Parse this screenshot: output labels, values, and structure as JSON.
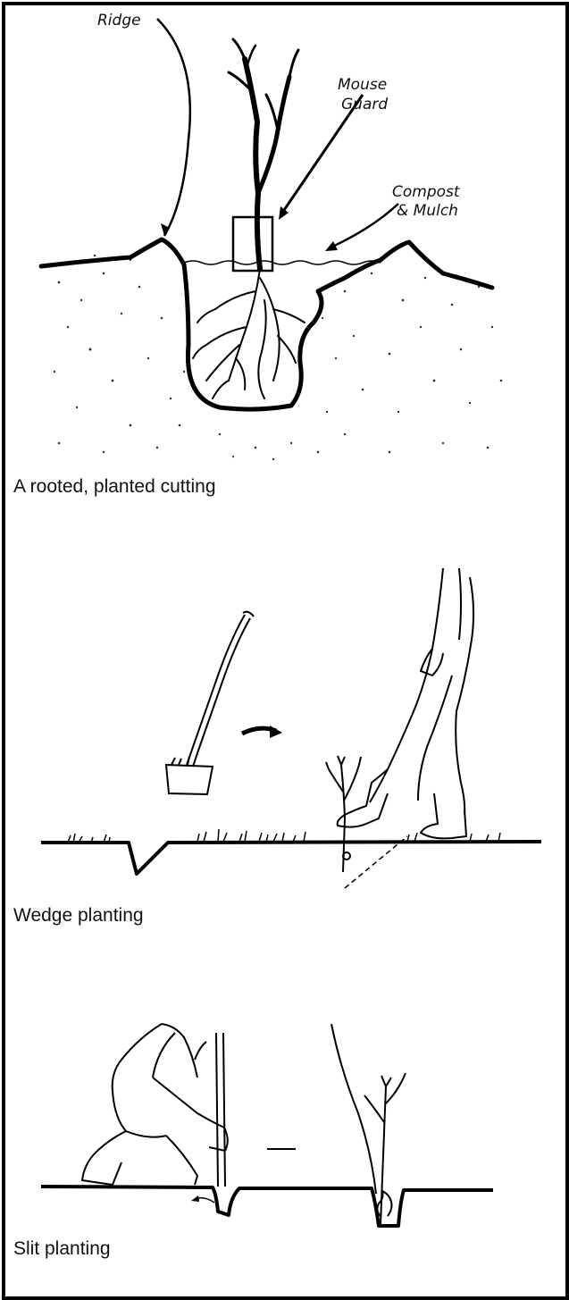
{
  "figures": [
    {
      "caption": "A rooted, planted cutting",
      "labels": {
        "ridge": "Ridge",
        "mouse_guard_line1": "Mouse",
        "mouse_guard_line2": "Guard",
        "compost_line1": "Compost",
        "compost_line2": "& Mulch"
      }
    },
    {
      "caption": "Wedge planting"
    },
    {
      "caption": "Slit planting"
    }
  ]
}
